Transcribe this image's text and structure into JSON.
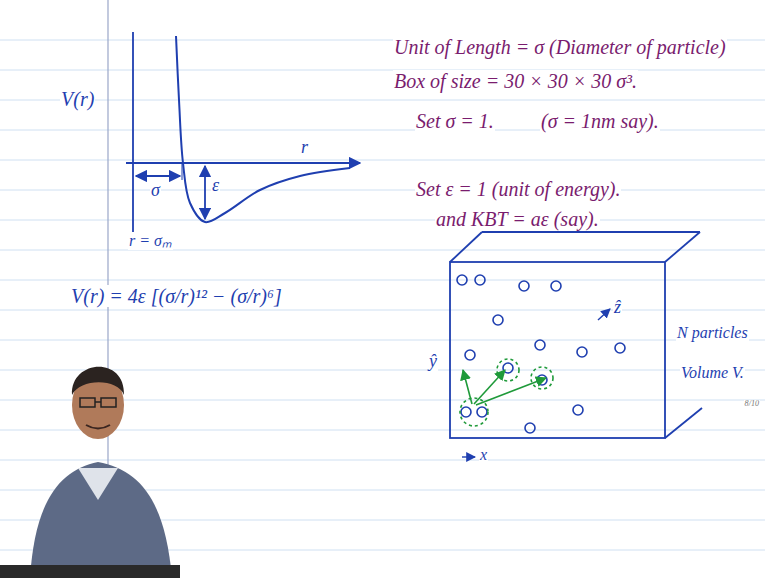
{
  "diagram": {
    "labels": [
      "V(r)",
      "σ",
      "ε",
      "r",
      "r = σₘ",
      "V(r) = 4ε [(σ/r)¹² − (σ/r)⁶]",
      "Unit of Length = σ (Diameter of particle)",
      "Box of size = 30 × 30 × 30 σ³.",
      "Set σ = 1.",
      "(σ = 1nm say).",
      "Set ε = 1 (unit of energy).",
      "and KBT = aε (say).",
      "ẑ",
      "N particles",
      "ŷ",
      "Volume V.",
      "x",
      "8/10"
    ]
  }
}
